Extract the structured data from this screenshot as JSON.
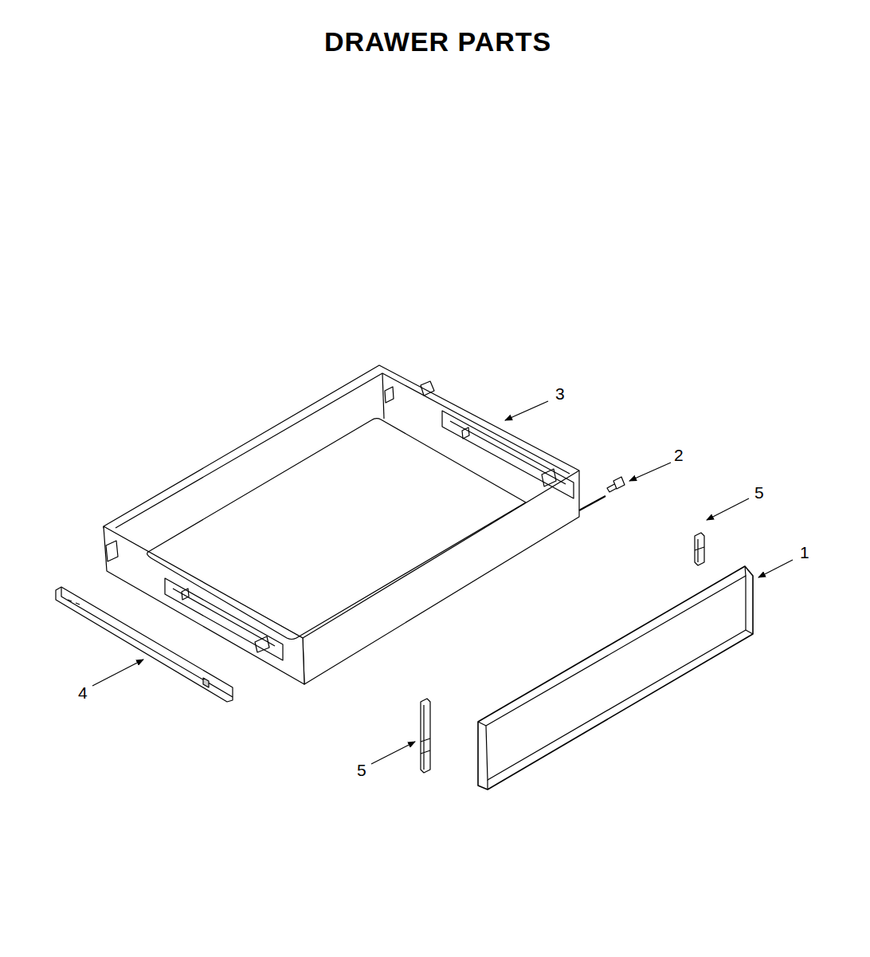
{
  "diagram": {
    "title": "DRAWER PARTS",
    "labels": [
      "3",
      "2",
      "5",
      "1",
      "4",
      "5"
    ]
  }
}
